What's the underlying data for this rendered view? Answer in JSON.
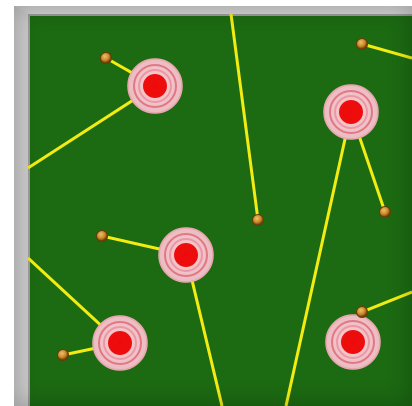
{
  "colors": {
    "board": "#1c6a12",
    "line": "#f2ec12",
    "target_outer": "#f6c6cc",
    "target_ring": "#e77a88",
    "target_center": "#ee0a0a",
    "pin": "#c98a2a",
    "pin_stroke": "#6a3b08"
  },
  "board": {
    "targets": [
      {
        "id": "target-1"
      },
      {
        "id": "target-2"
      },
      {
        "id": "target-3"
      },
      {
        "id": "target-4"
      },
      {
        "id": "target-5"
      },
      {
        "id": "target-6"
      }
    ],
    "pins": [
      {
        "id": "pin-1"
      },
      {
        "id": "pin-2"
      },
      {
        "id": "pin-3"
      },
      {
        "id": "pin-4"
      },
      {
        "id": "pin-5"
      },
      {
        "id": "pin-6"
      },
      {
        "id": "pin-7"
      }
    ],
    "lines": [
      {
        "id": "line-1"
      },
      {
        "id": "line-2"
      },
      {
        "id": "line-3"
      },
      {
        "id": "line-4"
      },
      {
        "id": "line-5"
      },
      {
        "id": "line-6"
      },
      {
        "id": "line-7"
      },
      {
        "id": "line-8"
      },
      {
        "id": "line-9"
      },
      {
        "id": "line-10"
      },
      {
        "id": "line-11"
      },
      {
        "id": "line-12"
      }
    ]
  }
}
